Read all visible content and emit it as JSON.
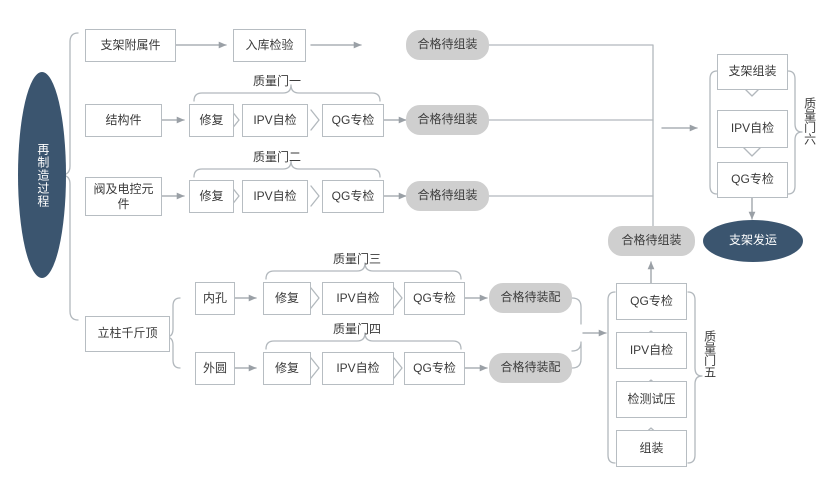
{
  "diagram": {
    "title_node": "再制造过程",
    "root": {
      "label": "再制造过程"
    },
    "branches": [
      {
        "id": "b1",
        "label": "支架附属件"
      },
      {
        "id": "b2",
        "label": "结构件"
      },
      {
        "id": "b3",
        "label": "阀及电控元件"
      },
      {
        "id": "b4",
        "label": "立柱千斤顶"
      }
    ],
    "row1": {
      "source": "支架附属件",
      "step": "入库检验",
      "result": "合格待组装"
    },
    "row2": {
      "source": "结构件",
      "gate_label": "质量门一",
      "steps": [
        "修复",
        "IPV自检",
        "QG专检"
      ],
      "result": "合格待组装"
    },
    "row3": {
      "source": "阀及电控元件",
      "gate_label": "质量门二",
      "steps": [
        "修复",
        "IPV自检",
        "QG专检"
      ],
      "result": "合格待组装"
    },
    "row4": {
      "source": "立柱千斤顶",
      "sub": "内孔",
      "gate_label": "质量门三",
      "steps": [
        "修复",
        "IPV自检",
        "QG专检"
      ],
      "result": "合格待装配"
    },
    "row5": {
      "sub": "外圆",
      "gate_label": "质量门四",
      "steps": [
        "修复",
        "IPV自检",
        "QG专检"
      ],
      "result": "合格待装配"
    },
    "column_gate5": {
      "gate_label": "质量门五",
      "steps_top_to_bottom": [
        "QG专检",
        "IPV自检",
        "检测试压",
        "组装"
      ],
      "result": "合格待组装"
    },
    "column_gate6": {
      "gate_label": "质量门六",
      "steps_top_to_bottom": [
        "支架组装",
        "IPV自检",
        "QG专检"
      ],
      "result": "支架发运"
    },
    "colors": {
      "dark_navy": "#3b556f",
      "pill_gray": "#cfcfcf",
      "box_border": "#b7bdc2",
      "connector": "#9aa0a6",
      "text": "#3a3a3a"
    }
  }
}
